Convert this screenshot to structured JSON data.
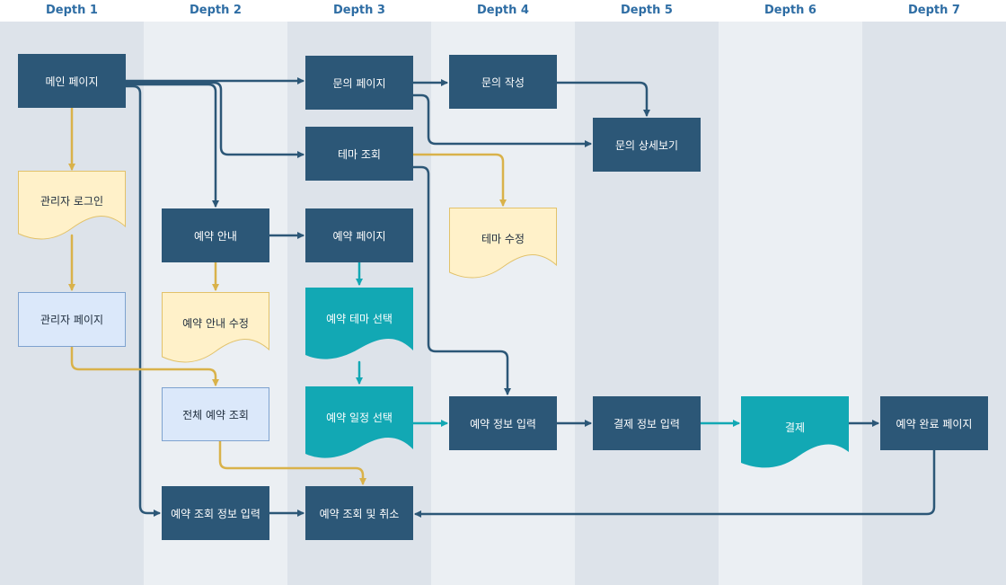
{
  "columns": [
    {
      "label": "Depth 1",
      "bg": "#dde3ea"
    },
    {
      "label": "Depth 2",
      "bg": "#ebeff3"
    },
    {
      "label": "Depth 3",
      "bg": "#dde3ea"
    },
    {
      "label": "Depth 4",
      "bg": "#ebeff3"
    },
    {
      "label": "Depth 5",
      "bg": "#dde3ea"
    },
    {
      "label": "Depth 6",
      "bg": "#ebeff3"
    },
    {
      "label": "Depth 7",
      "bg": "#dde3ea"
    }
  ],
  "colors": {
    "dark_node": "#2c5777",
    "edge_dark": "#2c5777",
    "edge_gold": "#d9b24a",
    "edge_teal": "#12a8b4",
    "doc_fill": "#fff1c9",
    "doc_stroke": "#e2c26a",
    "teal_fill": "#12a8b4",
    "light_fill": "#dbe8fa"
  },
  "nodes": {
    "main_page": "메인 페이지",
    "admin_login": "관리자 로그인",
    "admin_page": "관리자 페이지",
    "reservation_guide": "예약 안내",
    "reservation_guide_edit": "예약 안내 수정",
    "all_reservations": "전체 예약 조회",
    "reservation_lookup_input": "예약 조회 정보 입력",
    "inquiry_page": "문의 페이지",
    "theme_lookup": "테마 조회",
    "reservation_page": "예약 페이지",
    "select_theme": "예약 테마 선택",
    "select_schedule": "예약 일정 선택",
    "lookup_cancel": "예약 조회 및 취소",
    "write_inquiry": "문의 작성",
    "theme_edit": "테마 수정",
    "reservation_info_input": "예약 정보 입력",
    "inquiry_detail": "문의 상세보기",
    "payment_info_input": "결제 정보 입력",
    "payment": "결제",
    "reservation_complete": "예약 완료 페이지"
  }
}
